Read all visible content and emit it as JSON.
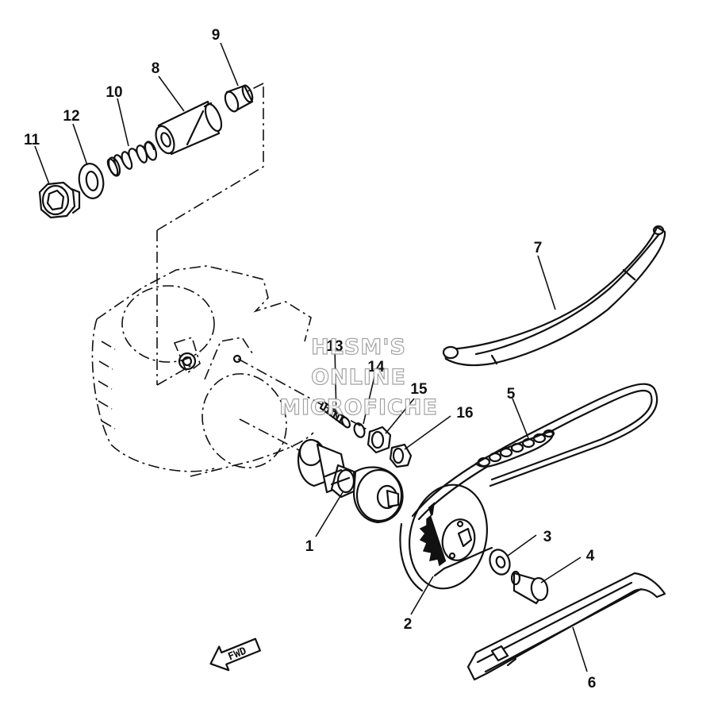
{
  "callouts": {
    "c1": "1",
    "c2": "2",
    "c3": "3",
    "c4": "4",
    "c5": "5",
    "c6": "6",
    "c7": "7",
    "c8": "8",
    "c9": "9",
    "c10": "10",
    "c11": "11",
    "c12": "12",
    "c13": "13",
    "c14": "14",
    "c15": "15",
    "c16": "16"
  },
  "watermark": {
    "line1": "HLSM'S",
    "line2": "ONLINE",
    "line3": "MICROFICHE"
  },
  "direction_arrow": {
    "label": "FWD"
  }
}
